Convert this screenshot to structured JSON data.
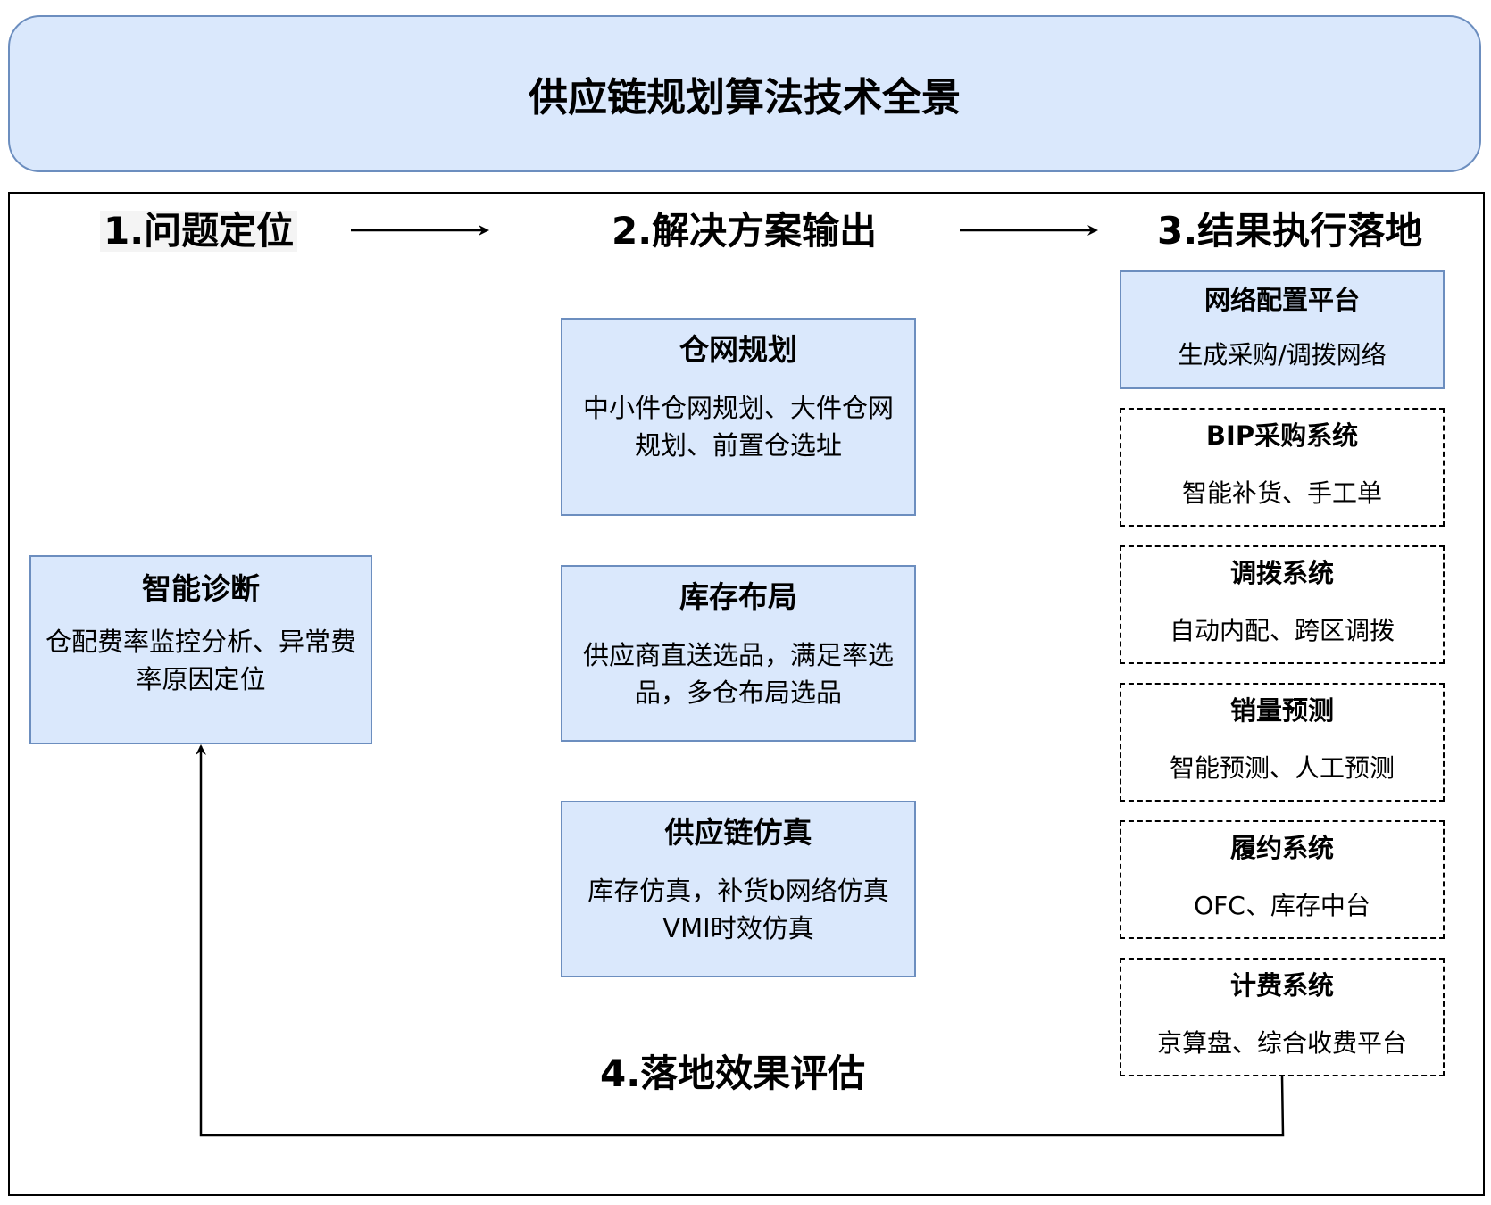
{
  "title": "供应链规划算法技术全景",
  "stages": {
    "s1": "1.问题定位",
    "s2": "2.解决方案输出",
    "s3": "3.结果执行落地",
    "s4": "4.落地效果评估"
  },
  "diagnosis": {
    "title": "智能诊断",
    "desc": "仓配费率监控分析、异常费率原因定位"
  },
  "solutions": [
    {
      "title": "仓网规划",
      "desc": "中小件仓网规划、大件仓网规划、前置仓选址"
    },
    {
      "title": "库存布局",
      "desc": "供应商直送选品，满足率选品，多仓布局选品"
    },
    {
      "title": "供应链仿真",
      "desc": "库存仿真，补货b网络仿真VMI时效仿真"
    }
  ],
  "platform": {
    "title": "网络配置平台",
    "desc": "生成采购/调拨网络"
  },
  "systems": [
    {
      "title": "BIP采购系统",
      "desc": "智能补货、手工单"
    },
    {
      "title": "调拨系统",
      "desc": "自动内配、跨区调拨"
    },
    {
      "title": "销量预测",
      "desc": "智能预测、人工预测"
    },
    {
      "title": "履约系统",
      "desc": "OFC、库存中台"
    },
    {
      "title": "计费系统",
      "desc": "京算盘、综合收费平台"
    }
  ]
}
